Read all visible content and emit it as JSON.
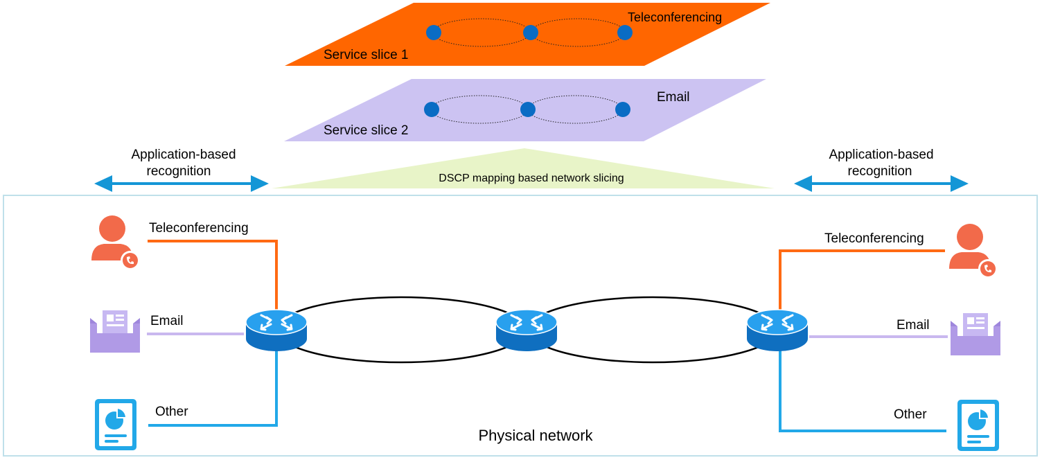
{
  "slices": {
    "slice1": {
      "name": "Service slice 1",
      "app": "Teleconferencing"
    },
    "slice2": {
      "name": "Service slice 2",
      "app": "Email"
    }
  },
  "mapping_label": "DSCP mapping based network slicing",
  "recognition": {
    "left": {
      "line1": "Application-based",
      "line2": "recognition"
    },
    "right": {
      "line1": "Application-based",
      "line2": "recognition"
    }
  },
  "physical": {
    "label": "Physical network",
    "left": {
      "teleconf": "Teleconferencing",
      "email": "Email",
      "other": "Other"
    },
    "right": {
      "teleconf": "Teleconferencing",
      "email": "Email",
      "other": "Other"
    }
  },
  "colors": {
    "slice1_fill": "#ff6600",
    "slice2_fill": "#ccc3f2",
    "mapping_fill": "#e8f4c8",
    "node_blue": "#0a6cc4",
    "arrow_blue": "#1496d6",
    "teleconf_line": "#ff6a13",
    "email_line": "#c9b8ef",
    "other_line": "#22a8e8",
    "router_blue": "#1a8fe0",
    "user_orange": "#f26a4a",
    "inbox_purple": "#b39ee8",
    "frame_border": "#bfe0ea"
  },
  "icons": [
    "user-phone-icon",
    "inbox-icon",
    "report-icon",
    "router-icon",
    "double-arrow-icon"
  ]
}
